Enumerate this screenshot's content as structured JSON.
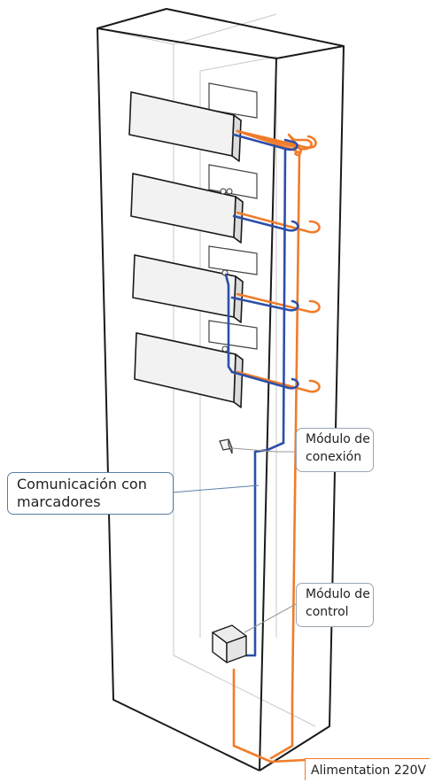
{
  "labels": {
    "communication": {
      "line1": "Comunicación con",
      "line2": "marcadores"
    },
    "connection_module": {
      "line1": "Módulo de",
      "line2": "conexión"
    },
    "control_module": {
      "line1": "Módulo de",
      "line2": "control"
    },
    "power": "Alimentation 220V"
  },
  "colors": {
    "power_cable": "#f07c2a",
    "data_cable": "#2d4fa8",
    "structure": "#1a1a1a",
    "panel_fill": "#f2f2f2"
  }
}
